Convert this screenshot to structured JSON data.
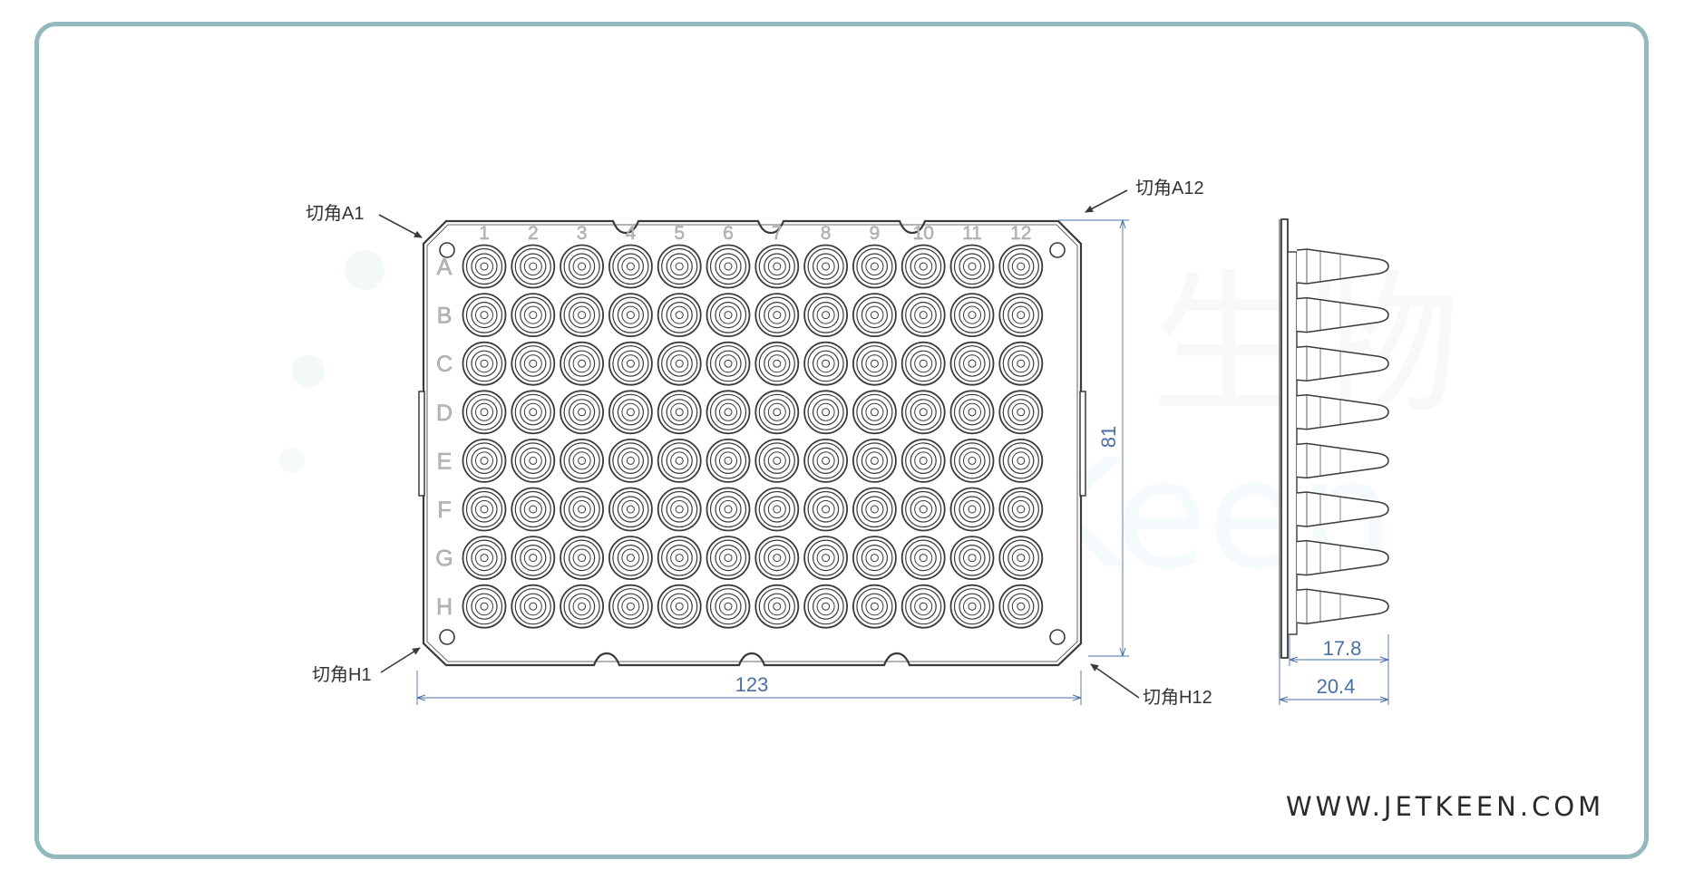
{
  "plate": {
    "columns": [
      "1",
      "2",
      "3",
      "4",
      "5",
      "6",
      "7",
      "8",
      "9",
      "10",
      "11",
      "12"
    ],
    "rows": [
      "A",
      "B",
      "C",
      "D",
      "E",
      "F",
      "G",
      "H"
    ]
  },
  "corners": {
    "a1": "切角A1",
    "a12": "切角A12",
    "h1": "切角H1",
    "h12": "切角H12"
  },
  "dimensions": {
    "width": "123",
    "height": "81",
    "side_inner": "17.8",
    "side_outer": "20.4"
  },
  "watermark": {
    "cn": "生物",
    "en": "Keen"
  },
  "footer": {
    "website": "WWW.JETKEEN.COM"
  },
  "colors": {
    "outline": "#3a3a3a",
    "dimension": "#4a6fa5",
    "frame": "#93b8bd",
    "label_gray": "#b8b8b8"
  }
}
